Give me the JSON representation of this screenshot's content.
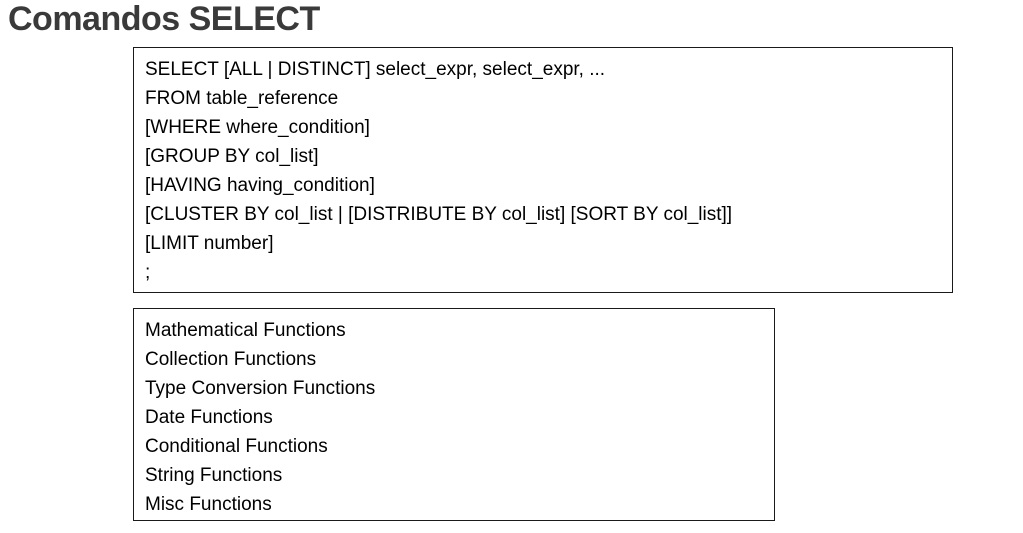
{
  "title": "Comandos SELECT",
  "syntax_box": {
    "lines": [
      "SELECT [ALL | DISTINCT] select_expr, select_expr, ...",
      "FROM table_reference",
      "[WHERE where_condition]",
      "[GROUP BY col_list]",
      "[HAVING having_condition]",
      "[CLUSTER BY col_list | [DISTRIBUTE BY col_list] [SORT BY col_list]]",
      "[LIMIT number]",
      ";"
    ]
  },
  "functions_box": {
    "lines": [
      "Mathematical Functions",
      "Collection Functions",
      "Type Conversion Functions",
      "Date Functions",
      "Conditional Functions",
      "String Functions",
      "Misc Functions"
    ]
  },
  "colors": {
    "title_text": "#3a3a3a",
    "body_text": "#000000",
    "box_border": "#1a1a1a",
    "background": "#ffffff"
  }
}
